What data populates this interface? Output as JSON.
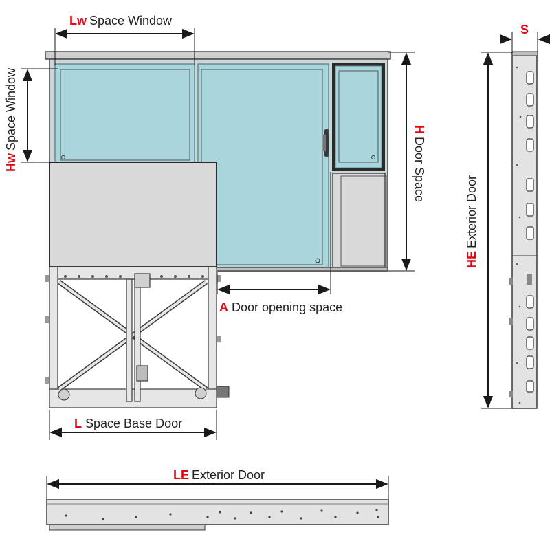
{
  "colors": {
    "accent": "#e30613",
    "glass": "#a8d6dc",
    "glass_edge": "#5f8f96",
    "panel": "#d9d9d9",
    "panel_dark": "#bfbfbf",
    "line": "#1a1a1a"
  },
  "dimensions": {
    "lw": {
      "code": "Lw",
      "label": "Space Window"
    },
    "hw": {
      "code": "Hw",
      "label": "Space Window"
    },
    "h": {
      "code": "H",
      "label": "Door Space"
    },
    "a": {
      "code": "A",
      "label": "Door opening space"
    },
    "l": {
      "code": "L",
      "label": "Space Base Door"
    },
    "le": {
      "code": "LE",
      "label": "Exterior Door"
    },
    "he": {
      "code": "HE",
      "label": "Exterior Door"
    },
    "s": {
      "code": "S"
    }
  }
}
